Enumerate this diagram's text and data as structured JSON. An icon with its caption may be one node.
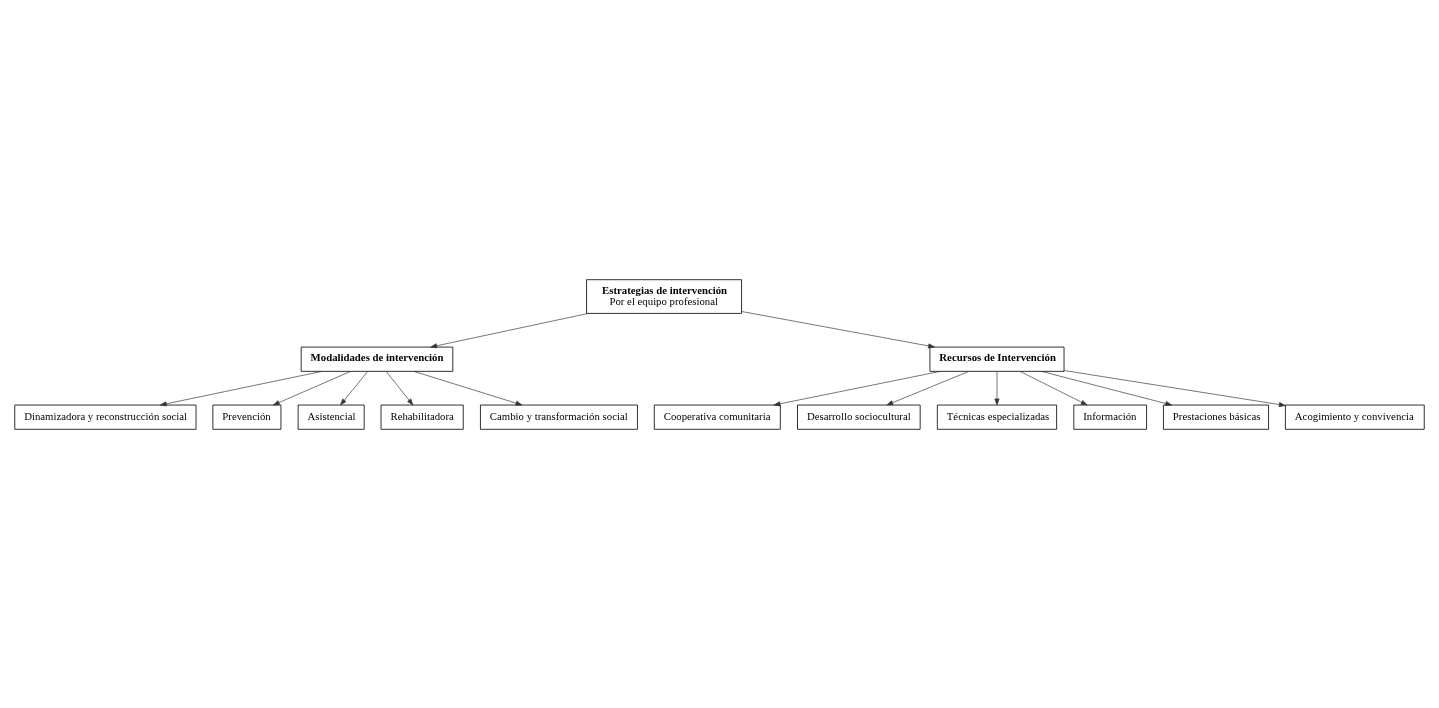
{
  "diagram": {
    "nodes": [
      {
        "text": [
          "Estrategias de intervención",
          "Por el equipo profesional"
        ]
      },
      {
        "text": [
          "Modalidades de intervención"
        ]
      },
      {
        "text": [
          "Dinamizadora y reconstrucción social"
        ]
      },
      {
        "text": [
          "Prevención"
        ]
      },
      {
        "text": [
          "Asistencial"
        ]
      },
      {
        "text": [
          "Rehabilitadora"
        ]
      },
      {
        "text": [
          "Cambio y transformación social"
        ]
      },
      {
        "text": [
          "Recursos de Intervención"
        ]
      },
      {
        "text": [
          "Cooperativa comunitaria"
        ]
      },
      {
        "text": [
          "Desarrollo sociocultural"
        ]
      },
      {
        "text": [
          "Técnicas especializadas"
        ]
      },
      {
        "text": [
          "Información"
        ]
      },
      {
        "text": [
          "Prestaciones básicas"
        ]
      },
      {
        "text": [
          "Acogimiento y convivencia"
        ]
      }
    ],
    "edges": [
      {
        "from": 0,
        "to": 1,
        "arrow": "to"
      },
      {
        "from": 0,
        "to": 7,
        "arrow": "to"
      },
      {
        "from": 1,
        "to": 2,
        "arrow": "to"
      },
      {
        "from": 1,
        "to": 3,
        "arrow": "to"
      },
      {
        "from": 1,
        "to": 4,
        "arrow": "to"
      },
      {
        "from": 1,
        "to": 5,
        "arrow": "to"
      },
      {
        "from": 1,
        "to": 6,
        "arrow": "to"
      },
      {
        "from": 7,
        "to": 8,
        "arrow": "to"
      },
      {
        "from": 7,
        "to": 9,
        "arrow": "to"
      },
      {
        "from": 7,
        "to": 10,
        "arrow": "to"
      },
      {
        "from": 7,
        "to": 11,
        "arrow": "to"
      },
      {
        "from": 7,
        "to": 12,
        "arrow": "to"
      },
      {
        "from": 7,
        "to": 13,
        "arrow": "to"
      }
    ]
  }
}
